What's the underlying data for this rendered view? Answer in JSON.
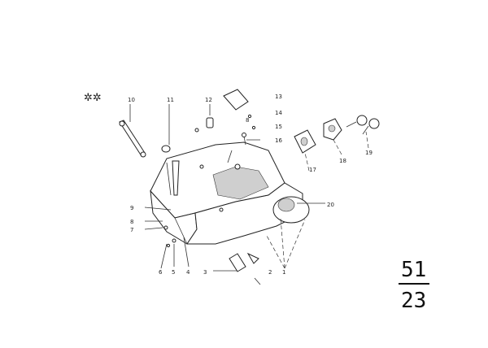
{
  "diagram": {
    "callouts": {
      "c1": "1",
      "c2": "2",
      "c3": "3",
      "c4": "4",
      "c5": "5",
      "c6": "6",
      "c7": "7",
      "c8a": "8",
      "c8b": "8",
      "c9": "9",
      "c10": "10",
      "c11": "11",
      "c12": "12",
      "c13": "13",
      "c14": "14",
      "c15": "15",
      "c16": "16",
      "c17": "17",
      "c18": "18",
      "c19": "19",
      "c20": "20"
    },
    "group_code": {
      "top": "51",
      "bottom": "23"
    },
    "marker_symbols": "✲✲"
  },
  "colors": {
    "ink": "#222222",
    "fill": "#ffffff",
    "shade": "#cfcfcf"
  }
}
